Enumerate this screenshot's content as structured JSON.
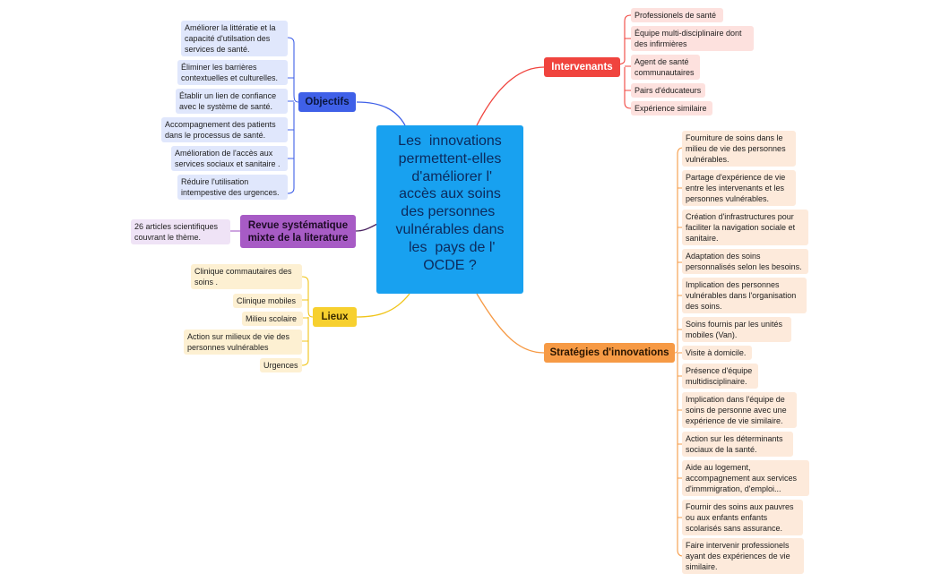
{
  "central": {
    "lines": [
      "Les  innovations",
      "permettent-elles",
      " d'améliorer l'",
      "accès aux soins",
      "des personnes ",
      "vulnérables dans",
      " les  pays de l'",
      "OCDE ?"
    ]
  },
  "branches": {
    "objectifs": {
      "label": "Objectifs",
      "color": "#3f60e8",
      "items": [
        "Améliorer la littératie et la capacité d'utilsation des services de santé.",
        "Éliminer les barrières contextuelles et culturelles.",
        "Établir un lien de confiance avec le système de santé.",
        "Accompagnement des patients dans le processus de santé.",
        "Amélioration de l'accès aux services sociaux et sanitaire .",
        "Réduire l'utilisation intempestive des urgences."
      ]
    },
    "revue": {
      "label": "Revue systématique mixte de la literature",
      "color": "#a75bc5",
      "items": [
        "26 articles scientifiques couvrant le thème."
      ]
    },
    "lieux": {
      "label": "Lieux",
      "color": "#f7d02f",
      "items": [
        "Clinique commautaires des soins .",
        "Clinique mobiles",
        "Milieu scolaire",
        "Action sur milieux de vie des personnes vulnérables",
        "Urgences"
      ]
    },
    "intervenants": {
      "label": "Intervenants",
      "color": "#f0443e",
      "items": [
        "Professionels de santé",
        "Équipe multi-disciplinaire dont des infirmières",
        "Agent de santé communautaires",
        "Pairs d'éducateurs",
        "Expérience similaire"
      ]
    },
    "strategies": {
      "label": "Stratégies d'innovations",
      "color": "#f69a45",
      "items": [
        "Fourniture de soins dans le milieu de vie des personnes vulnérables.",
        "Partage d'expérience de vie entre les intervenants et les personnes vulnérables.",
        "Création d'infrastructures pour faciliter la navigation sociale et sanitaire.",
        "Adaptation des soins personnalisés selon les besoins.",
        "Implication des personnes vulnérables dans l'organisation des soins.",
        "Soins fournis par les unités mobiles (Van).",
        "Visite à domicile.",
        "Présence d'équipe multidisciplinaire.",
        "Implication dans l'équipe de soins de personne avec une expérience de vie similaire.",
        "Action sur les déterminants sociaux de la santé.",
        "Aide au logement, accompagnement aux services d'immmigration, d'emploi...",
        "Fournir des soins aux pauvres ou aux enfants enfants scolarisés sans assurance.",
        "Faire intervenir professionels ayant des  expériences de vie similaire."
      ]
    }
  }
}
